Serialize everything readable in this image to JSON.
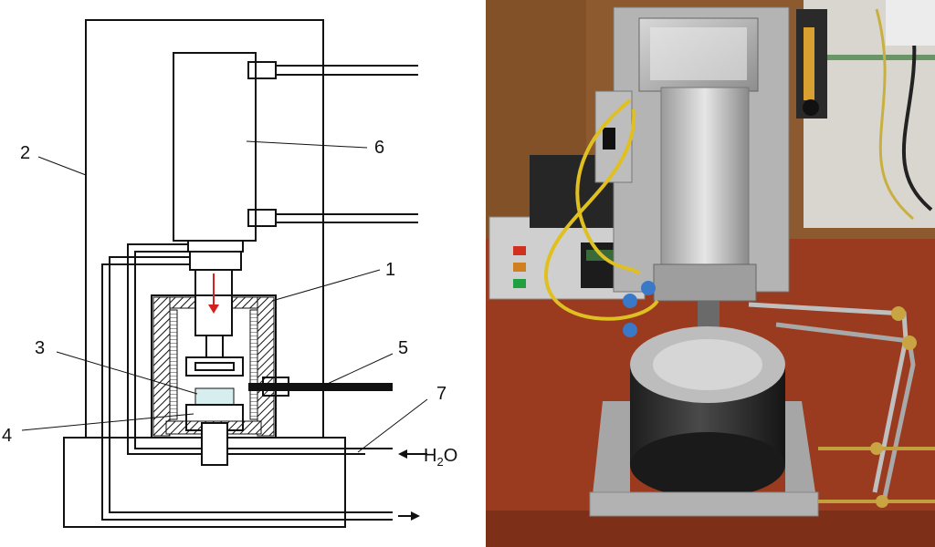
{
  "diagram": {
    "labels": {
      "l1": "1",
      "l2": "2",
      "l3": "3",
      "l4": "4",
      "l5": "5",
      "l6": "6",
      "l7": "7",
      "h2o_prefix": "H",
      "h2o_sub": "2",
      "h2o_suffix": "O"
    },
    "colors": {
      "line": "#111111",
      "arrow": "#d42020",
      "sample": "#d7eeee",
      "rod": "#111111"
    }
  },
  "photo": {
    "colors": {
      "table": "#9a3a1e",
      "wall": "#8c5a2e",
      "metal": "#a9a9a9",
      "cylinder": "#2c2c2c",
      "cable": "#e0c020"
    }
  }
}
